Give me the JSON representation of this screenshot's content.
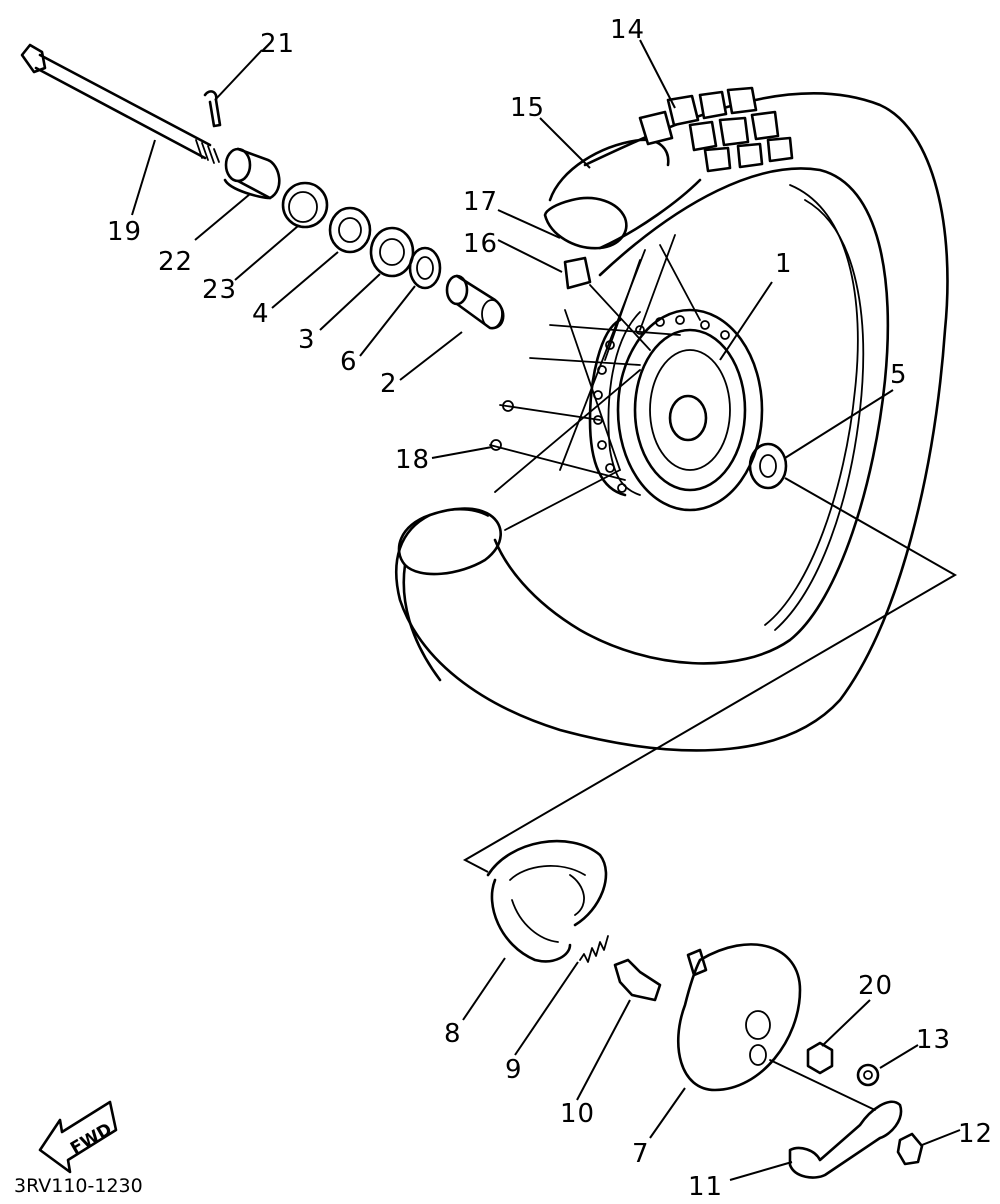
{
  "diagram": {
    "drawing_code": "3RV110-1230",
    "direction_label": "FWD",
    "callouts": {
      "p1": "1",
      "p2": "2",
      "p3": "3",
      "p4": "4",
      "p5": "5",
      "p6": "6",
      "p7": "7",
      "p8": "8",
      "p9": "9",
      "p10": "10",
      "p11": "11",
      "p12": "12",
      "p13": "13",
      "p14": "14",
      "p15": "15",
      "p16": "16",
      "p17": "17",
      "p18": "18",
      "p19": "19",
      "p20": "20",
      "p21": "21",
      "p22": "22",
      "p23": "23"
    }
  }
}
